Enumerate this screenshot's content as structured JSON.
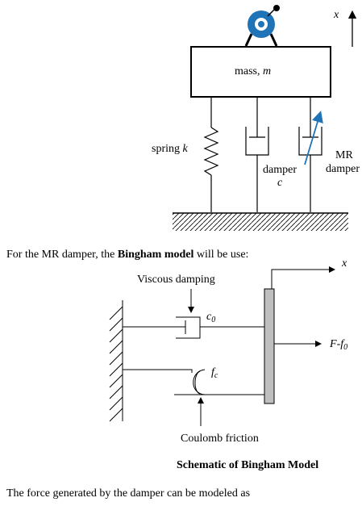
{
  "figure1": {
    "x_axis_label": "x",
    "mass_label": "mass, ",
    "mass_symbol": "m",
    "spring_label": "spring ",
    "spring_symbol": "k",
    "damper_label": "damper",
    "damper_symbol": "c",
    "mr_damper_line1": "MR",
    "mr_damper_line2": "damper",
    "colors": {
      "accent_blue": "#1f73b7",
      "ink": "#000000"
    },
    "icon": "mr-controller-icon"
  },
  "paragraph1": {
    "before": "For the MR damper, the ",
    "bold": "Bingham model",
    "after": " will be use:"
  },
  "figure2": {
    "x_label": "x",
    "viscous_label": "Viscous damping",
    "c0_main": "c",
    "c0_sub": "0",
    "fc_main": "f",
    "fc_sub": "c",
    "force_main": "F",
    "force_mid": "-f",
    "force_sub": "0",
    "coulomb_label": "Coulomb friction",
    "caption": "Schematic of Bingham Model"
  },
  "paragraph2": "The force generated by the damper can be modeled as"
}
